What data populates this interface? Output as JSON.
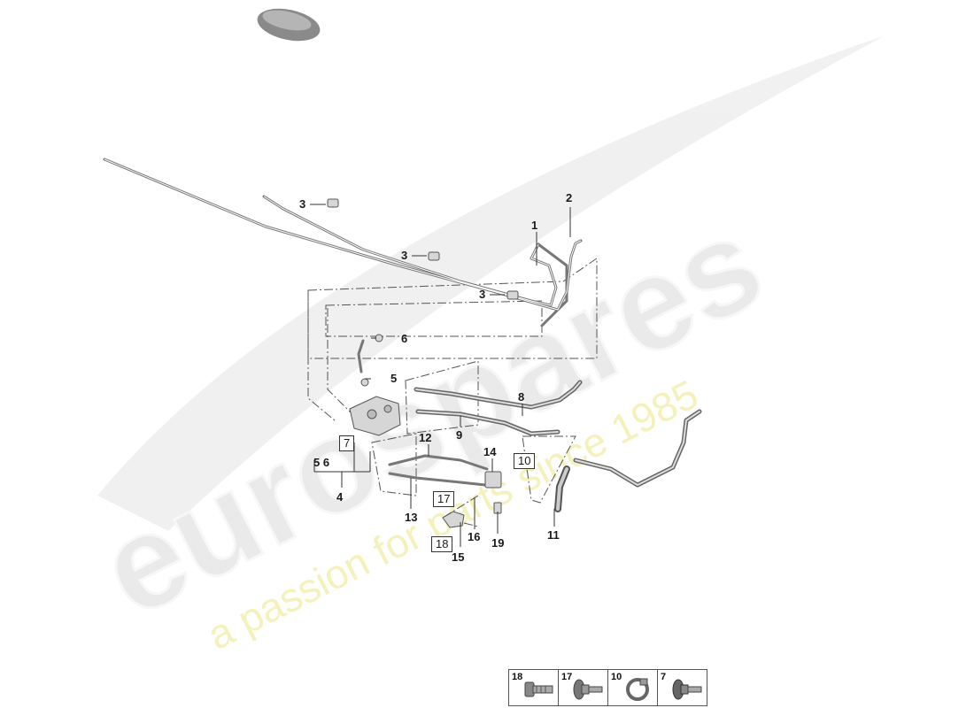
{
  "watermark": {
    "brand": "eurospares",
    "tagline": "a passion for parts since 1985"
  },
  "callouts": {
    "c1": "1",
    "c2": "2",
    "c3a": "3",
    "c3b": "3",
    "c3c": "3",
    "c4": "4",
    "c56": "5 6",
    "c5": "5",
    "c6": "6",
    "c7": "7",
    "c8": "8",
    "c9": "9",
    "c10": "10",
    "c11": "11",
    "c12": "12",
    "c13": "13",
    "c14": "14",
    "c15": "15",
    "c16": "16",
    "c17": "17",
    "c18": "18",
    "c19": "19"
  },
  "legend": [
    {
      "number": "18",
      "icon": "bolt-flange-icon"
    },
    {
      "number": "17",
      "icon": "bolt-washer-icon"
    },
    {
      "number": "10",
      "icon": "hose-clamp-icon"
    },
    {
      "number": "7",
      "icon": "bolt-washer-icon"
    }
  ],
  "colors": {
    "line": "#555555",
    "part_fill": "#d6d6d6",
    "watermark_gray": "#e6e6e6",
    "watermark_yellow": "#f3f0b4"
  }
}
